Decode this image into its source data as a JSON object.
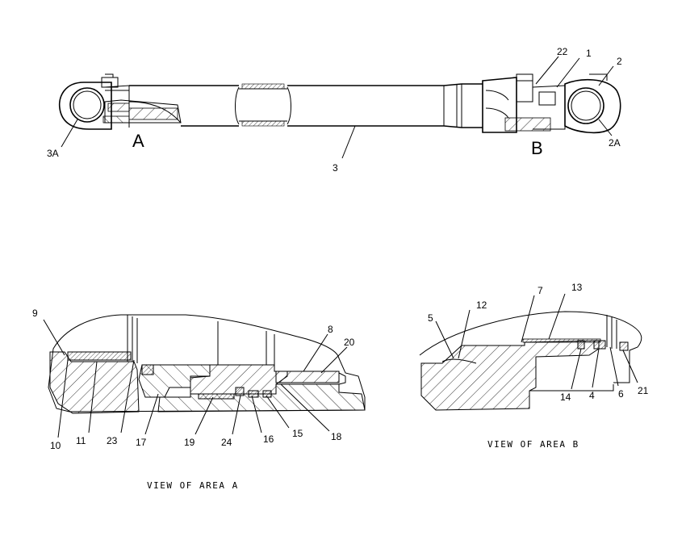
{
  "main_view": {
    "callouts": [
      "22",
      "1",
      "2",
      "3A",
      "A",
      "3",
      "B",
      "2A"
    ]
  },
  "view_a": {
    "caption": "VIEW OF AREA A",
    "callouts": [
      "9",
      "8",
      "20",
      "10",
      "11",
      "23",
      "17",
      "19",
      "24",
      "16",
      "15",
      "18"
    ]
  },
  "view_b": {
    "caption": "VIEW OF AREA B",
    "callouts": [
      "5",
      "12",
      "7",
      "13",
      "14",
      "4",
      "6",
      "21"
    ]
  }
}
